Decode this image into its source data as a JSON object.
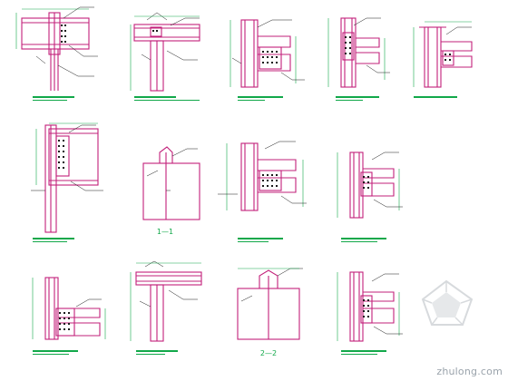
{
  "sheet": {
    "section_labels": [
      "1—1",
      "2—2"
    ],
    "watermark_text": "zhulong.com",
    "colors": {
      "steel": "#c2207a",
      "dims": "#12a84a",
      "lines": "#1a1a1a",
      "bolts": "#1a1a1a",
      "paper": "#ffffff"
    }
  }
}
